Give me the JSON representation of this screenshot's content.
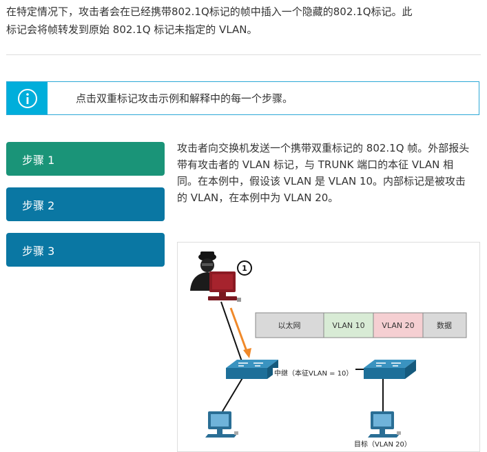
{
  "intro": {
    "line1": "在特定情况下，攻击者会在已经携带802.1Q标记的帧中插入一个隐藏的802.1Q标记。此",
    "line2": "标记会将帧转发到原始 802.1Q 标记未指定的 VLAN。"
  },
  "info": {
    "text": "点击双重标记攻击示例和解释中的每一个步骤。"
  },
  "steps": [
    {
      "label": "步骤 1"
    },
    {
      "label": "步骤 2"
    },
    {
      "label": "步骤 3"
    }
  ],
  "description": "攻击者向交换机发送一个携带双重标记的 802.1Q 帧。外部报头带有攻击者的 VLAN 标记，与 TRUNK 端口的本征 VLAN 相同。在本例中，假设该 VLAN 是 VLAN 10。内部标记是被攻击的 VLAN，在本例中为 VLAN 20。",
  "diagram": {
    "badge": "1",
    "frame": {
      "ethernet": "以太网",
      "vlan10": "VLAN 10",
      "vlan20": "VLAN 20",
      "data": "数据"
    },
    "trunk_label": "中继（本征VLAN = 10）",
    "target_label": "目标（VLAN 20）",
    "colors": {
      "ethernet": "#d9d9d9",
      "vlan10": "#d8ebd5",
      "vlan20": "#f5cfd2",
      "data": "#d9d9d9",
      "arrow": "#f0892a"
    }
  }
}
